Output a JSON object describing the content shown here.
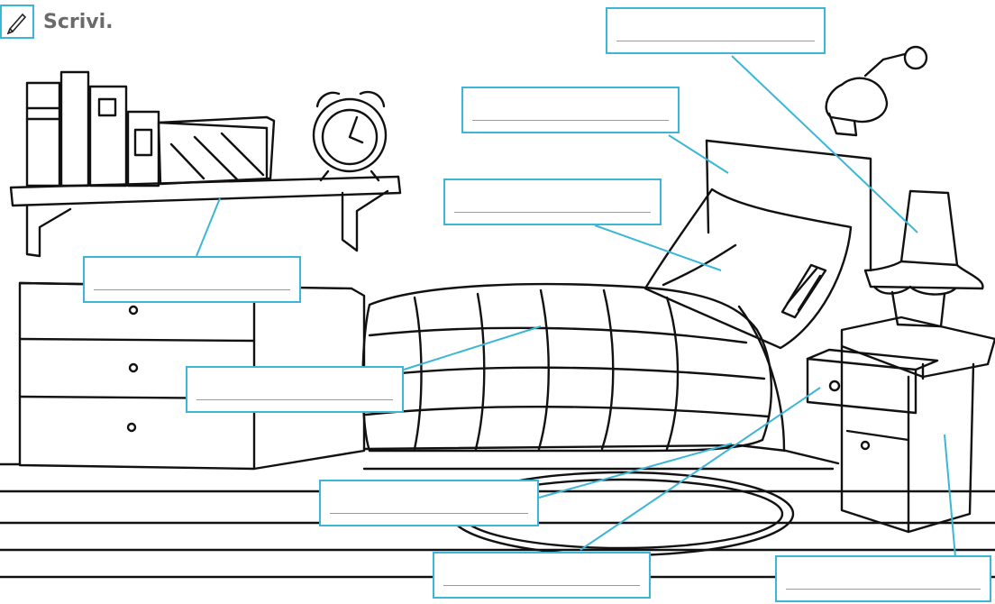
{
  "instruction": {
    "text": "Scrivi.",
    "icon": "pencil-icon"
  },
  "accent_color": "#3bb6d6",
  "answer_blanks": [
    {
      "target": "lamp-shade",
      "value": ""
    },
    {
      "target": "headboard",
      "value": ""
    },
    {
      "target": "pillow",
      "value": ""
    },
    {
      "target": "shelf",
      "value": ""
    },
    {
      "target": "duvet",
      "value": ""
    },
    {
      "target": "bed-frame",
      "value": ""
    },
    {
      "target": "drawer",
      "value": ""
    },
    {
      "target": "bedside-table",
      "value": ""
    }
  ]
}
